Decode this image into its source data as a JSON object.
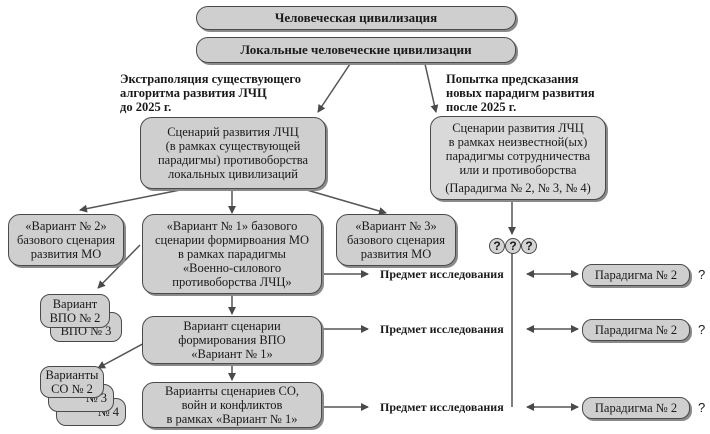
{
  "header": {
    "title": "Человеческая цивилизация",
    "subtitle": "Локальные человеческие цивилизации"
  },
  "branches": {
    "left_label": "Экстраполяция существующего\nалгоритма развития ЛЧЦ\nдо 2025 г.",
    "right_label": "Попытка предсказания\nновых парадигм развития\nпосле 2025 г."
  },
  "scenarios": {
    "existing": "Сценарий развития ЛЧЦ\n(в рамках существующей\nпарадигмы) противоборства\nлокальных цивилизаций",
    "new": "Сценарии развития ЛЧЦ\nв рамках неизвестной(ых)\nпарадигмы сотрудничества\nили и противоборства",
    "new_paradigms": "(Парадигма № 2, № 3, № 4)"
  },
  "variants": {
    "v2": "«Вариант № 2»\nбазового сценария\nразвития МО",
    "v1": "«Вариант № 1» базового\nсценарии формирвоания МО\nв рамках парадигмы\n«Военно-силового\nпротивоборства ЛЧЦ»",
    "v3": "«Вариант № 3»\nбазового сценария\nразвития МО",
    "vpo_scenario": "Вариант сценарии\nформирования ВПО\n«Вариант № 1»",
    "so_scenarios": "Варианты сценариев СО,\nвойн и конфликтов\nв рамках «Вариант № 1»"
  },
  "vpo_stack": [
    "Вариант\nВПО № 2",
    "ВПО № 3"
  ],
  "so_stack": [
    "Варианты\nСО № 2",
    "№ 3",
    "№ 4"
  ],
  "research_label": "Предмет исследования",
  "paradigm_label": "Парадигма № 2",
  "question_mark": "?",
  "question_circles": [
    "?",
    "?",
    "?"
  ]
}
